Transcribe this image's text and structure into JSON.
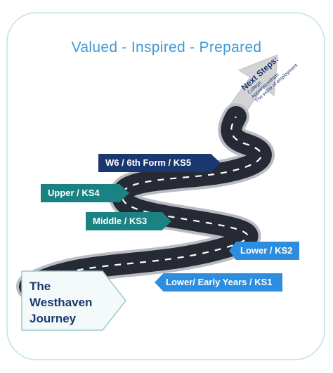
{
  "tagline": "Valued - Inspired - Prepared",
  "stages": {
    "ks5": "W6 / 6th Form / KS5",
    "ks4": "Upper / KS4",
    "ks3": "Middle / KS3",
    "ks2": "Lower / KS2",
    "ks1": "Lower/ Early Years / KS1"
  },
  "journey": {
    "line1": "The",
    "line2": "Westhaven",
    "line3": "Journey"
  },
  "next_steps": {
    "title": "Next Steps:",
    "items": [
      "College",
      "Apprenticeships",
      "The world of employment"
    ]
  },
  "colors": {
    "tagline": "#3d9ad6",
    "dark_navy": "#1b3770",
    "teal": "#1a8282",
    "blue": "#2d8ee0",
    "road": "#252a35",
    "frame": "#bfe4e4"
  }
}
